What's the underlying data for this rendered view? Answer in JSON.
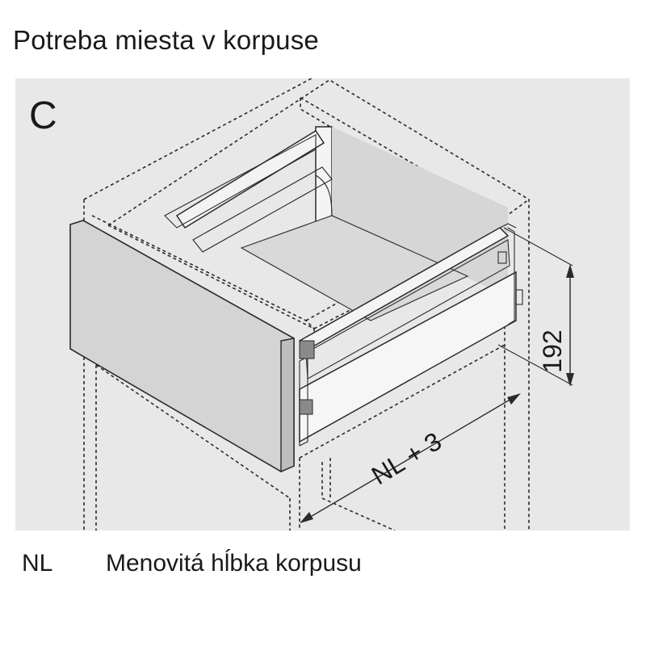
{
  "header": {
    "title": "Potreba miesta v korpuse"
  },
  "diagram": {
    "variant_letter": "C",
    "height_dimension": "192",
    "length_dimension": "NL + 3"
  },
  "legend": {
    "abbreviation": "NL",
    "description": "Menovitá hĺbka korpusu"
  },
  "colors": {
    "panel_background": "#e8e8e8",
    "front_panel": "#d4d4d4",
    "line": "#2a2a2a"
  }
}
